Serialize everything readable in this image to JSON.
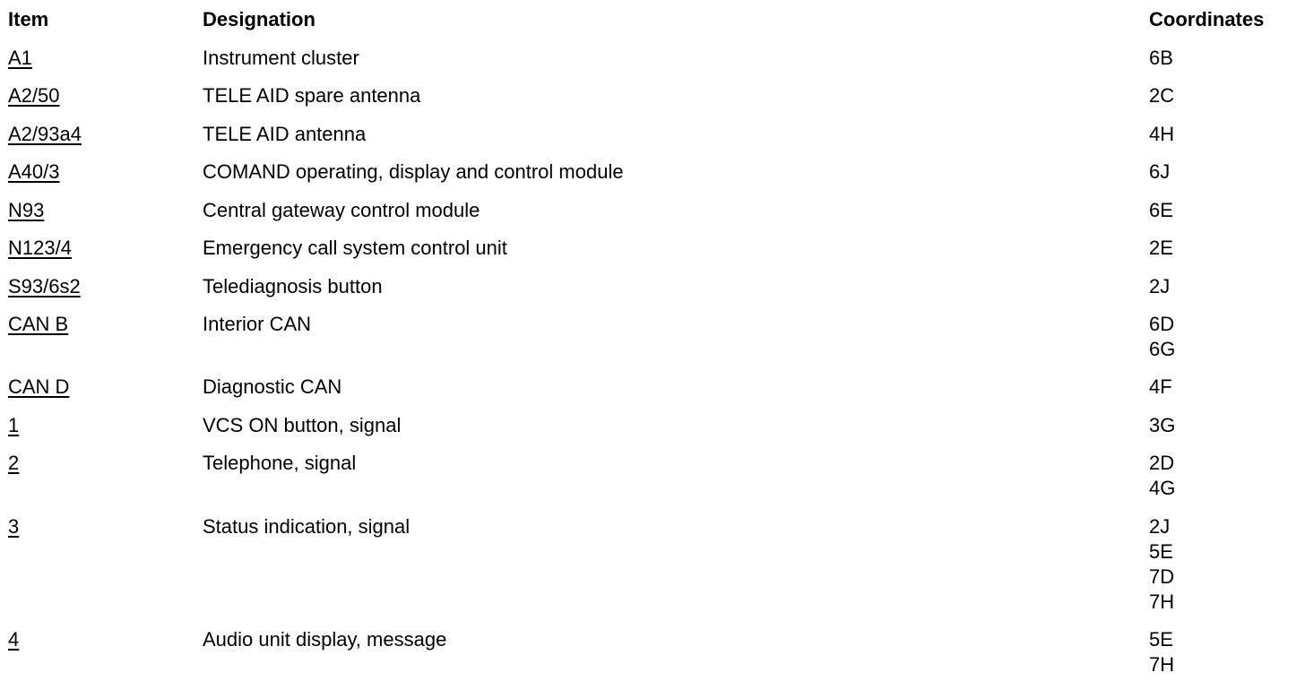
{
  "header": {
    "item": "Item",
    "designation": "Designation",
    "coordinates": "Coordinates"
  },
  "rows": [
    {
      "item": "A1",
      "designation": "Instrument cluster",
      "coordinates": [
        "6B"
      ]
    },
    {
      "item": "A2/50",
      "designation": "TELE AID spare antenna",
      "coordinates": [
        "2C"
      ]
    },
    {
      "item": "A2/93a4",
      "designation": "TELE AID antenna",
      "coordinates": [
        "4H"
      ]
    },
    {
      "item": "A40/3",
      "designation": "COMAND operating, display and control module",
      "coordinates": [
        "6J"
      ]
    },
    {
      "item": "N93",
      "designation": "Central gateway control module",
      "coordinates": [
        "6E"
      ]
    },
    {
      "item": "N123/4",
      "designation": "Emergency call system control unit",
      "coordinates": [
        "2E"
      ]
    },
    {
      "item": "S93/6s2",
      "designation": "Telediagnosis button",
      "coordinates": [
        "2J"
      ]
    },
    {
      "item": "CAN B",
      "designation": "Interior CAN",
      "coordinates": [
        "6D",
        "6G"
      ]
    },
    {
      "item": "CAN D",
      "designation": "Diagnostic CAN",
      "coordinates": [
        "4F"
      ]
    },
    {
      "item": "1",
      "designation": "VCS ON button, signal",
      "coordinates": [
        "3G"
      ]
    },
    {
      "item": "2",
      "designation": "Telephone, signal",
      "coordinates": [
        "2D",
        "4G"
      ]
    },
    {
      "item": "3",
      "designation": "Status indication, signal",
      "coordinates": [
        "2J",
        "5E",
        "7D",
        "7H"
      ]
    },
    {
      "item": "4",
      "designation": "Audio unit display, message",
      "coordinates": [
        "5E",
        "7H"
      ]
    }
  ]
}
